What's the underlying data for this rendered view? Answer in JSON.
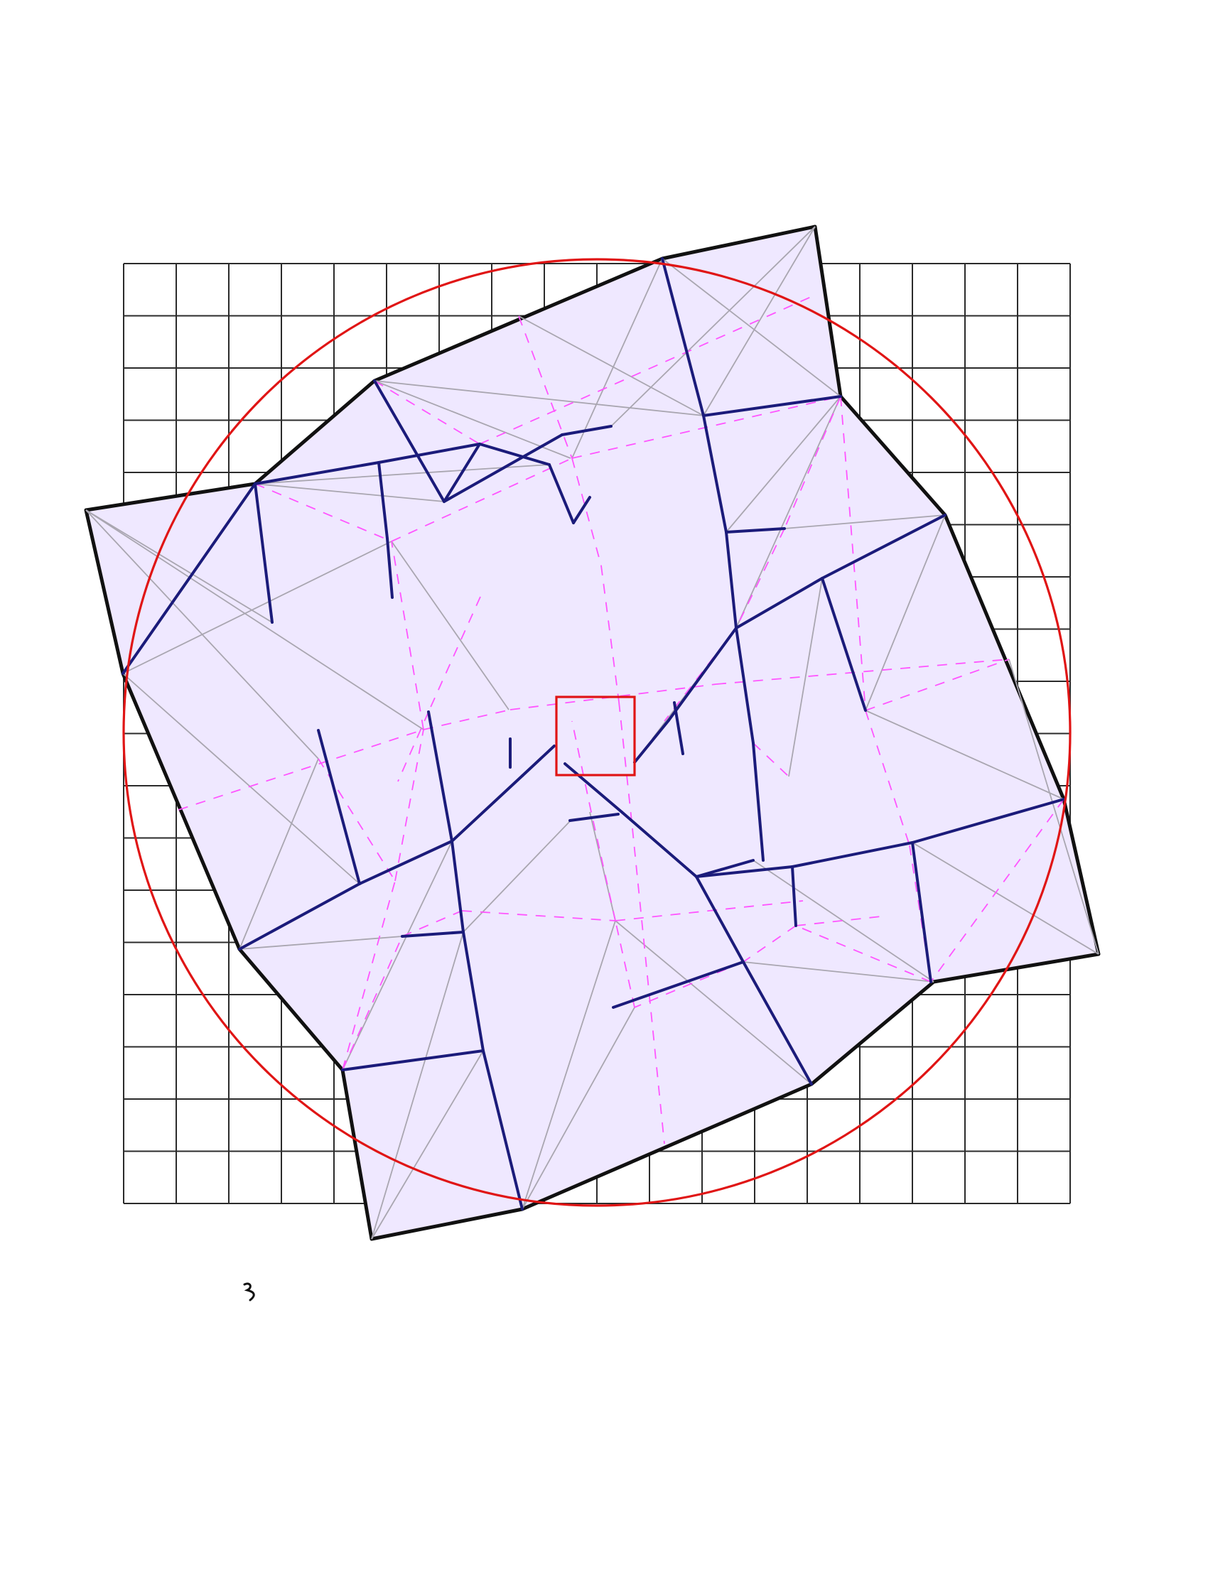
{
  "figure": {
    "grid": {
      "cols": 18,
      "rows": 18
    },
    "colors": {
      "paper_fill": "#efe8ff",
      "paper_edge": "#111111",
      "grid": "#2b2b2b",
      "mountain": "#1b1b7a",
      "valley": "#ff55ff",
      "auxiliary": "#a9a6b0",
      "highlight": "#e01515"
    },
    "elements": [
      "grid",
      "folded-paper-outline",
      "blue-creases",
      "pink-dashed-creases",
      "grey-creases",
      "red-circle",
      "red-center-square",
      "handwritten-mark"
    ]
  }
}
